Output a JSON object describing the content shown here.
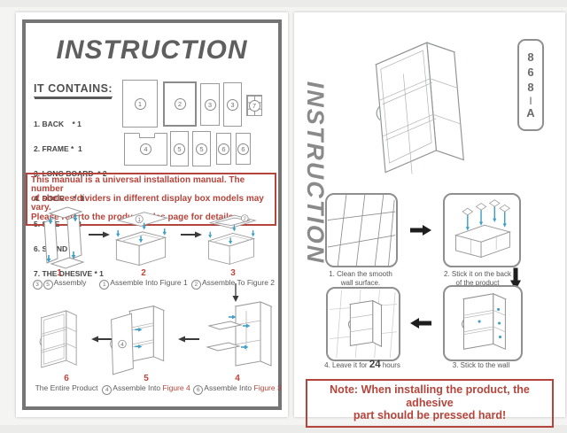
{
  "colors": {
    "red": "#b5453c",
    "teal": "#3f9fc6",
    "line_gray": "#9a9a9a",
    "text_dark": "#454545",
    "frame_gray": "#757575"
  },
  "left_page": {
    "title": "INSTRUCTION",
    "contains_heading": "IT CONTAINS:",
    "contains_items": [
      "1. BACK    * 1",
      "2. FRAME *  1",
      "3. LONG BOARD  * 2",
      "4. DOOR    *  1",
      "5. SIDE     *  2",
      "6. STAND  * 2",
      "7. THE DHESIVE * 1"
    ],
    "parts_row1": [
      {
        "num": "1"
      },
      {
        "num": "2"
      },
      {
        "num": "3"
      },
      {
        "num": "3"
      },
      {
        "num": "7"
      }
    ],
    "parts_row2": [
      {
        "num": "4"
      },
      {
        "num": "5"
      },
      {
        "num": "5"
      },
      {
        "num": "6"
      },
      {
        "num": "6"
      }
    ],
    "warning_lines": [
      "This manual is a universal installation manual. The number",
      "of shelves/dividers in different display box models may vary.",
      "Please referto the product sales page for details."
    ],
    "steps_row1": [
      {
        "num": "1",
        "circled": [
          "3",
          "5"
        ],
        "text": "Assembly"
      },
      {
        "num": "2",
        "circled": [
          "1"
        ],
        "text": "Assemble Into Figure 1"
      },
      {
        "num": "3",
        "circled": [
          "2"
        ],
        "text": "Assemble To Figure 2"
      }
    ],
    "steps_row2": [
      {
        "num": "6",
        "text": "The Entire Product"
      },
      {
        "num": "5",
        "circled": [
          "4"
        ],
        "text": "Assemble Into ",
        "figure_ref": "Figure 4"
      },
      {
        "num": "4",
        "circled": [
          "6"
        ],
        "text": "Assemble Into ",
        "figure_ref": "Figure 3"
      }
    ],
    "figure_labels": {
      "fig2": "1",
      "fig3": "2",
      "fig5": "4"
    }
  },
  "right_page": {
    "vertical_title": "INSTRUCTION",
    "model_chars": [
      "8",
      "6",
      "8",
      "|",
      "A"
    ],
    "steps": {
      "s1": {
        "line1": "1. Clean the smooth",
        "line2": "wall surface."
      },
      "s2": {
        "line1": "2. Stick it on the back",
        "line2": "of the product"
      },
      "s3": {
        "line1": "3. Stick to the wall"
      },
      "s4": {
        "prefix": "4. Leave it for ",
        "big": "24",
        "suffix": " hours"
      }
    },
    "note_lines": [
      "Note: When installing the product, the adhesive",
      "part should be pressed hard!"
    ]
  }
}
